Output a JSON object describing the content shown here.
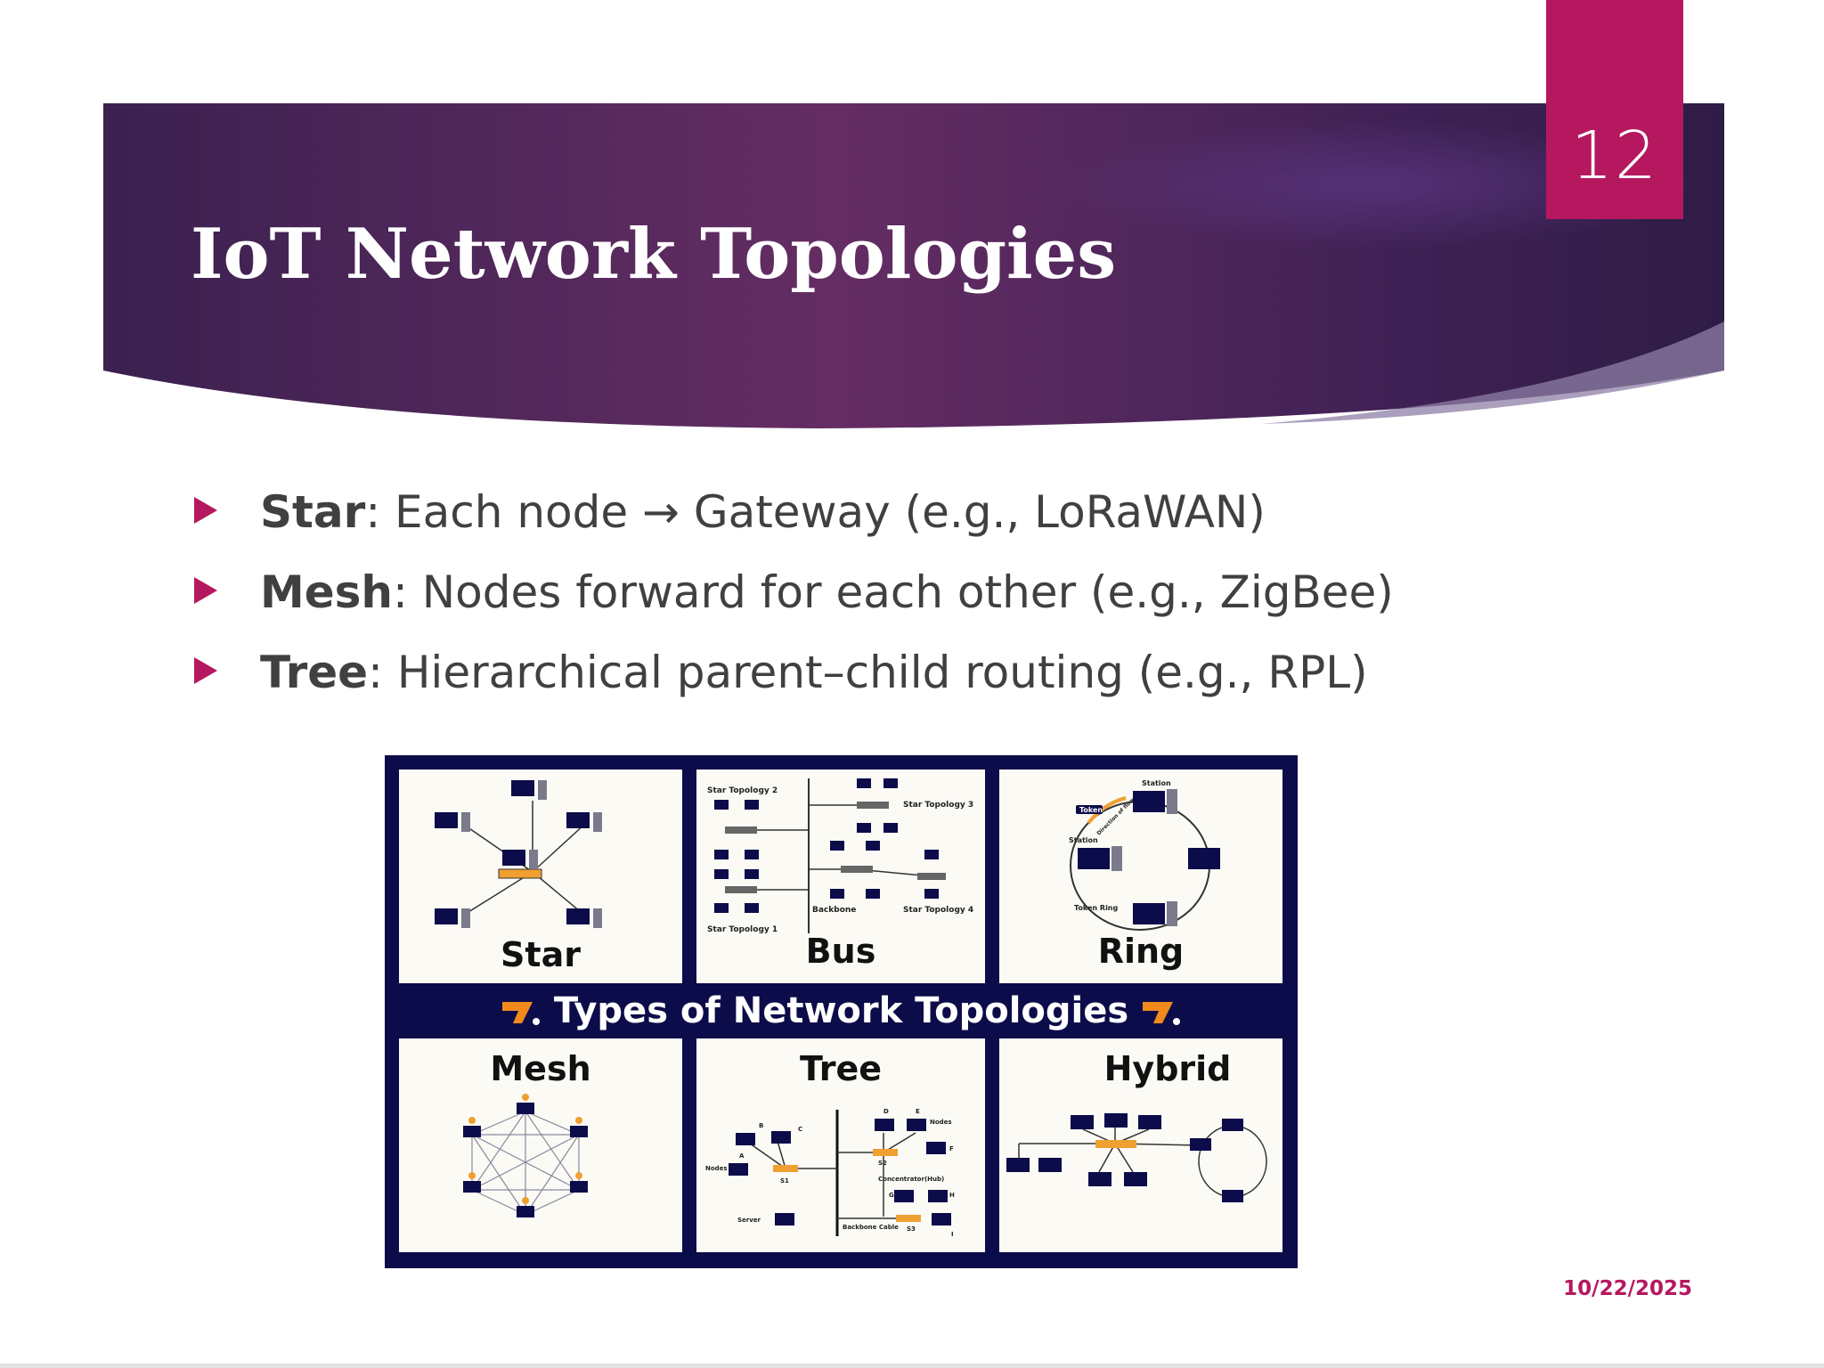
{
  "slide": {
    "number": "12",
    "title": "IoT Network Topologies",
    "date": "10/22/2025",
    "colors": {
      "banner_dark": "#3a2050",
      "banner_mid": "#6a2d6a",
      "accent": "#b5185f",
      "text": "#404040",
      "figure_bg": "#0c0c4a"
    }
  },
  "bullets": [
    {
      "term": "Star",
      "text": ": Each node → Gateway (e.g., LoRaWAN)"
    },
    {
      "term": "Mesh",
      "text": ": Nodes forward for each other (e.g., ZigBee)"
    },
    {
      "term": "Tree",
      "text": ": Hierarchical parent–child routing (e.g., RPL)"
    }
  ],
  "figure": {
    "title": "Types of Network Topologies",
    "panels": [
      "Star",
      "Bus",
      "Ring",
      "Mesh",
      "Tree",
      "Hybrid"
    ],
    "bus_labels": [
      "Star Topology 2",
      "Star Topology 3",
      "Backbone",
      "Star Topology 4",
      "Star Topology 1"
    ],
    "ring_labels": [
      "Station",
      "Token",
      "Station",
      "Token Ring",
      "Direction of flow"
    ],
    "tree_labels": [
      "D",
      "E",
      "Nodes",
      "B",
      "C",
      "F",
      "A",
      "S2",
      "Nodes",
      "S1",
      "Concentrator(Hub)",
      "G",
      "H",
      "Server",
      "Backbone Cable",
      "S3",
      "I"
    ]
  }
}
